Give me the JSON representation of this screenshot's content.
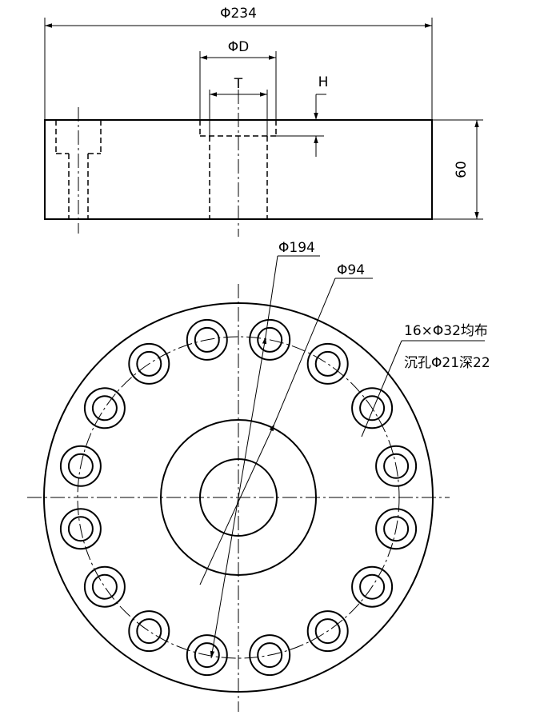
{
  "front_view": {
    "overall_diameter_label": "Φ234",
    "center_bore_label": "ΦD",
    "thread_label": "T",
    "depth_label": "H",
    "height_label": "60"
  },
  "top_view": {
    "bolt_circle_label": "Φ194",
    "center_boss_label": "Φ94",
    "bolt_holes_label": "16×Φ32均布",
    "counterbore_label": "沉孔Φ21深22",
    "bolt_hole_count": 16
  }
}
